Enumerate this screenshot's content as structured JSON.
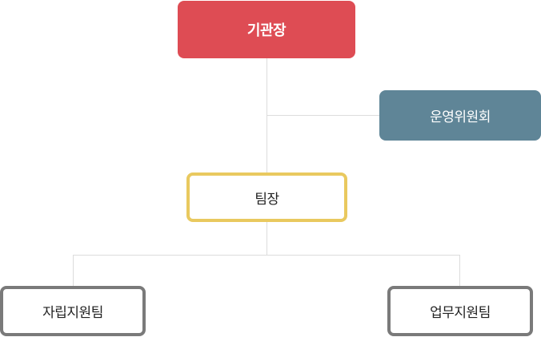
{
  "org_chart": {
    "head": "기관장",
    "committee": "운영위원회",
    "team_leader": "팀장",
    "teams": [
      "자립지원팀",
      "업무지원팀"
    ]
  },
  "colors": {
    "head_fill": "#de4c54",
    "committee_fill": "#5f8597",
    "team_leader_border": "#e9c95f",
    "team_border": "#7a7a7a",
    "connector": "#dcdcdc"
  }
}
